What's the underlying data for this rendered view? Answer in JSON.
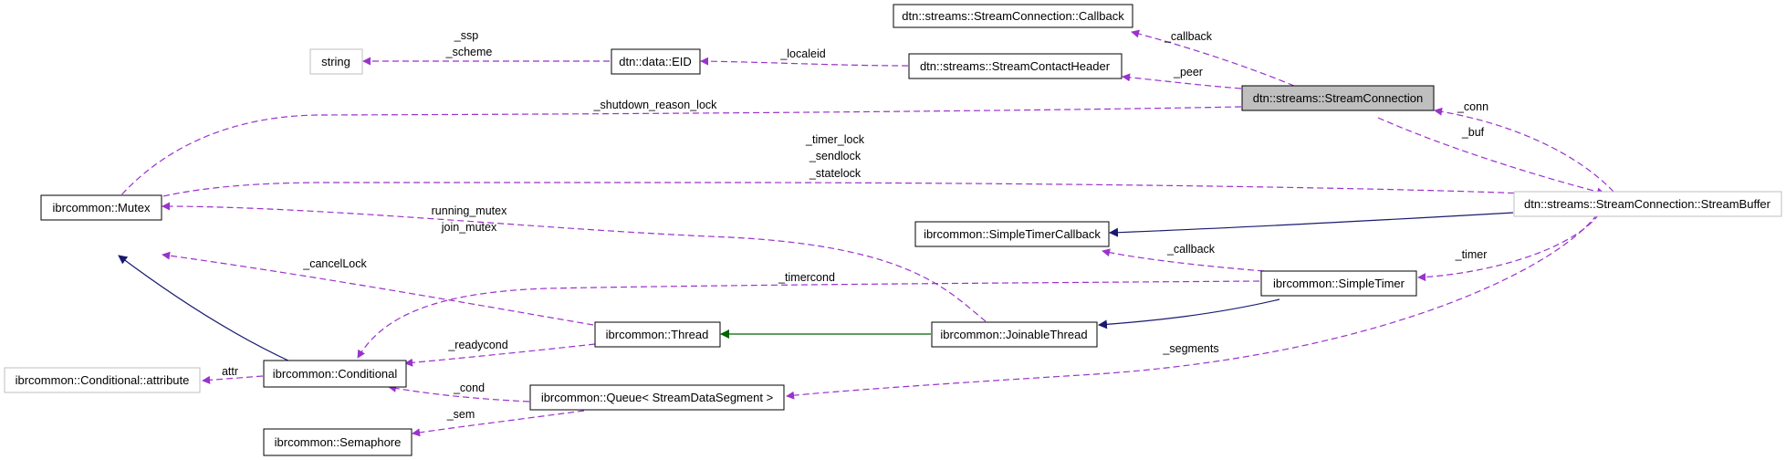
{
  "nodes": {
    "callback_class": "dtn::streams::StreamConnection::Callback",
    "string": "string",
    "eid": "dtn::data::EID",
    "contact_header": "dtn::streams::StreamContactHeader",
    "stream_connection": "dtn::streams::StreamConnection",
    "mutex": "ibrcommon::Mutex",
    "stream_buffer": "dtn::streams::StreamConnection::StreamBuffer",
    "simple_timer_callback": "ibrcommon::SimpleTimerCallback",
    "simple_timer": "ibrcommon::SimpleTimer",
    "thread": "ibrcommon::Thread",
    "joinable_thread": "ibrcommon::JoinableThread",
    "conditional_attribute": "ibrcommon::Conditional::attribute",
    "conditional": "ibrcommon::Conditional",
    "queue": "ibrcommon::Queue< StreamDataSegment >",
    "semaphore": "ibrcommon::Semaphore"
  },
  "edge_labels": {
    "ssp": "_ssp",
    "scheme": "_scheme",
    "localeid": "_localeid",
    "callback_top": "_callback",
    "peer": "_peer",
    "shutdown_reason_lock": "_shutdown_reason_lock",
    "conn": "_conn",
    "buf": "_buf",
    "timer_lock": "_timer_lock",
    "sendlock": "_sendlock",
    "statelock": "_statelock",
    "running_mutex": "running_mutex",
    "join_mutex": "join_mutex",
    "callback_timer": "_callback",
    "cancel_lock": "_cancelLock",
    "timercond": "_timercond",
    "timer": "_timer",
    "readycond": "_readycond",
    "segments": "_segments",
    "attr": "attr",
    "cond": "_cond",
    "sem": "_sem"
  },
  "colors": {
    "usage_edge": "#9a32cd",
    "inheritance_edge": "#191970",
    "protected_inheritance_edge": "#006400",
    "highlight_fill": "#bfbfbf",
    "node_border": "#000000",
    "undocumented_border": "#bfbfbf"
  }
}
